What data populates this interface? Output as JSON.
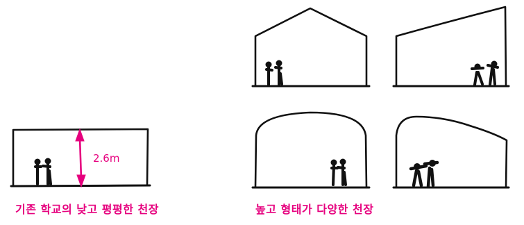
{
  "captions": {
    "left": "기존 학교의 낮고 평평한 천장",
    "right": "높고 형태가 다양한 천장"
  },
  "dimension": {
    "label": "2.6m"
  },
  "colors": {
    "accent": "#e6007e",
    "ink": "#111111"
  }
}
